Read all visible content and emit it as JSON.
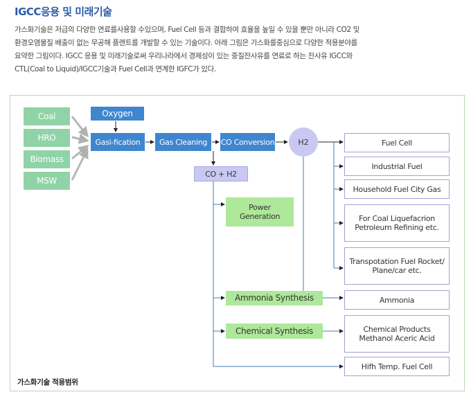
{
  "header": {
    "title": "IGCC응용 및 미래기술",
    "description_lines": [
      "가스화기술은 저급의 다양한 연료를사용할 수있으며, Fuel Cell 등과 결합하여 효율을 높일 수 있을 뿐만 아니라 CO2 및",
      "환경오염물질 배출이 없는 무공해 플랜트를 개발할 수 있는 기술이다. 아래 그림은 가스화를중심으로 다양한 적용분야를",
      "요약한 그림이다. IGCC 응용 및 미래기술로써 우리나라에서 경제성이 있는 중질잔사유를 연료로 하는 잔사유 IGCC와",
      "CTL(Coal to Liquid)/IGCC기술과 Fuel Cell과 연계한 IGFC가 있다."
    ]
  },
  "diagram": {
    "feedstocks": [
      "Coal",
      "HRO",
      "Biomass",
      "MSW"
    ],
    "oxygen": "Oxygen",
    "gasification": "Gasi-fication",
    "gas_cleaning": "Gas Cleaning",
    "co_conversion": "CO Conversion",
    "h2": "H2",
    "co_h2": "CO + H2",
    "power_generation": [
      "Power",
      "Generation"
    ],
    "ammonia_synthesis": "Ammonia Synthesis",
    "chemical_synthesis": "Chemical Synthesis",
    "outputs": {
      "fuel_cell": [
        "Fuel Cell"
      ],
      "industrial_fuel": [
        "Industrial Fuel"
      ],
      "household_fuel": [
        "Household Fuel City Gas"
      ],
      "coal_liquefaction": [
        "For Coal Liquefacrion",
        "Petroleum Refining etc."
      ],
      "transportation_fuel": [
        "Transpotation Fuel Rocket/",
        "Plane/car etc."
      ],
      "ammonia": [
        "Ammonia"
      ],
      "chemical_products": [
        "Chemical Products",
        "Methanol Aceric Acid"
      ],
      "high_temp_fuel_cell": [
        "Hifh Temp. Fuel Cell"
      ]
    },
    "caption": "가스화기술 적용범위"
  },
  "colors": {
    "title": "#2b5ba8",
    "feedstock": "#8fd3a6",
    "process": "#3f86cf",
    "intermediate": "#c8c8f2",
    "synthesis": "#aee89a",
    "output_border": "#a7a0d2",
    "panel_border": "#b8d9b0",
    "connector": "#3c7cb0"
  }
}
